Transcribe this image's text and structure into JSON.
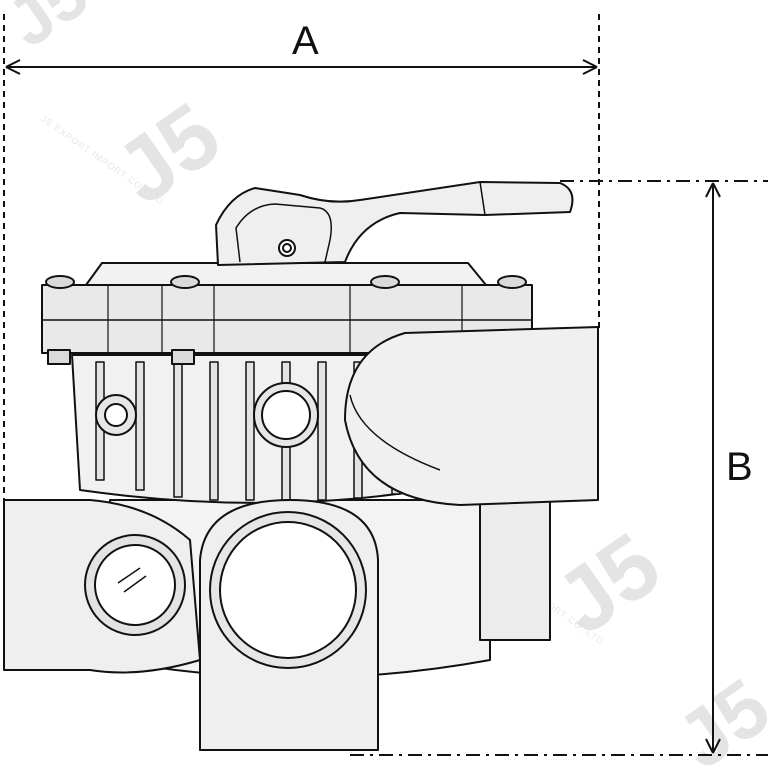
{
  "dimensions": {
    "width_label": "A",
    "height_label": "B"
  },
  "watermark": {
    "logo_text": "J5",
    "caption_text": "JS EXPORT IMPORT CO.,LTD"
  },
  "colors": {
    "line": "#111111",
    "body_fill": "#f3f3f3",
    "shade": "#dcdcdc",
    "watermark": "#e4e4e4"
  }
}
